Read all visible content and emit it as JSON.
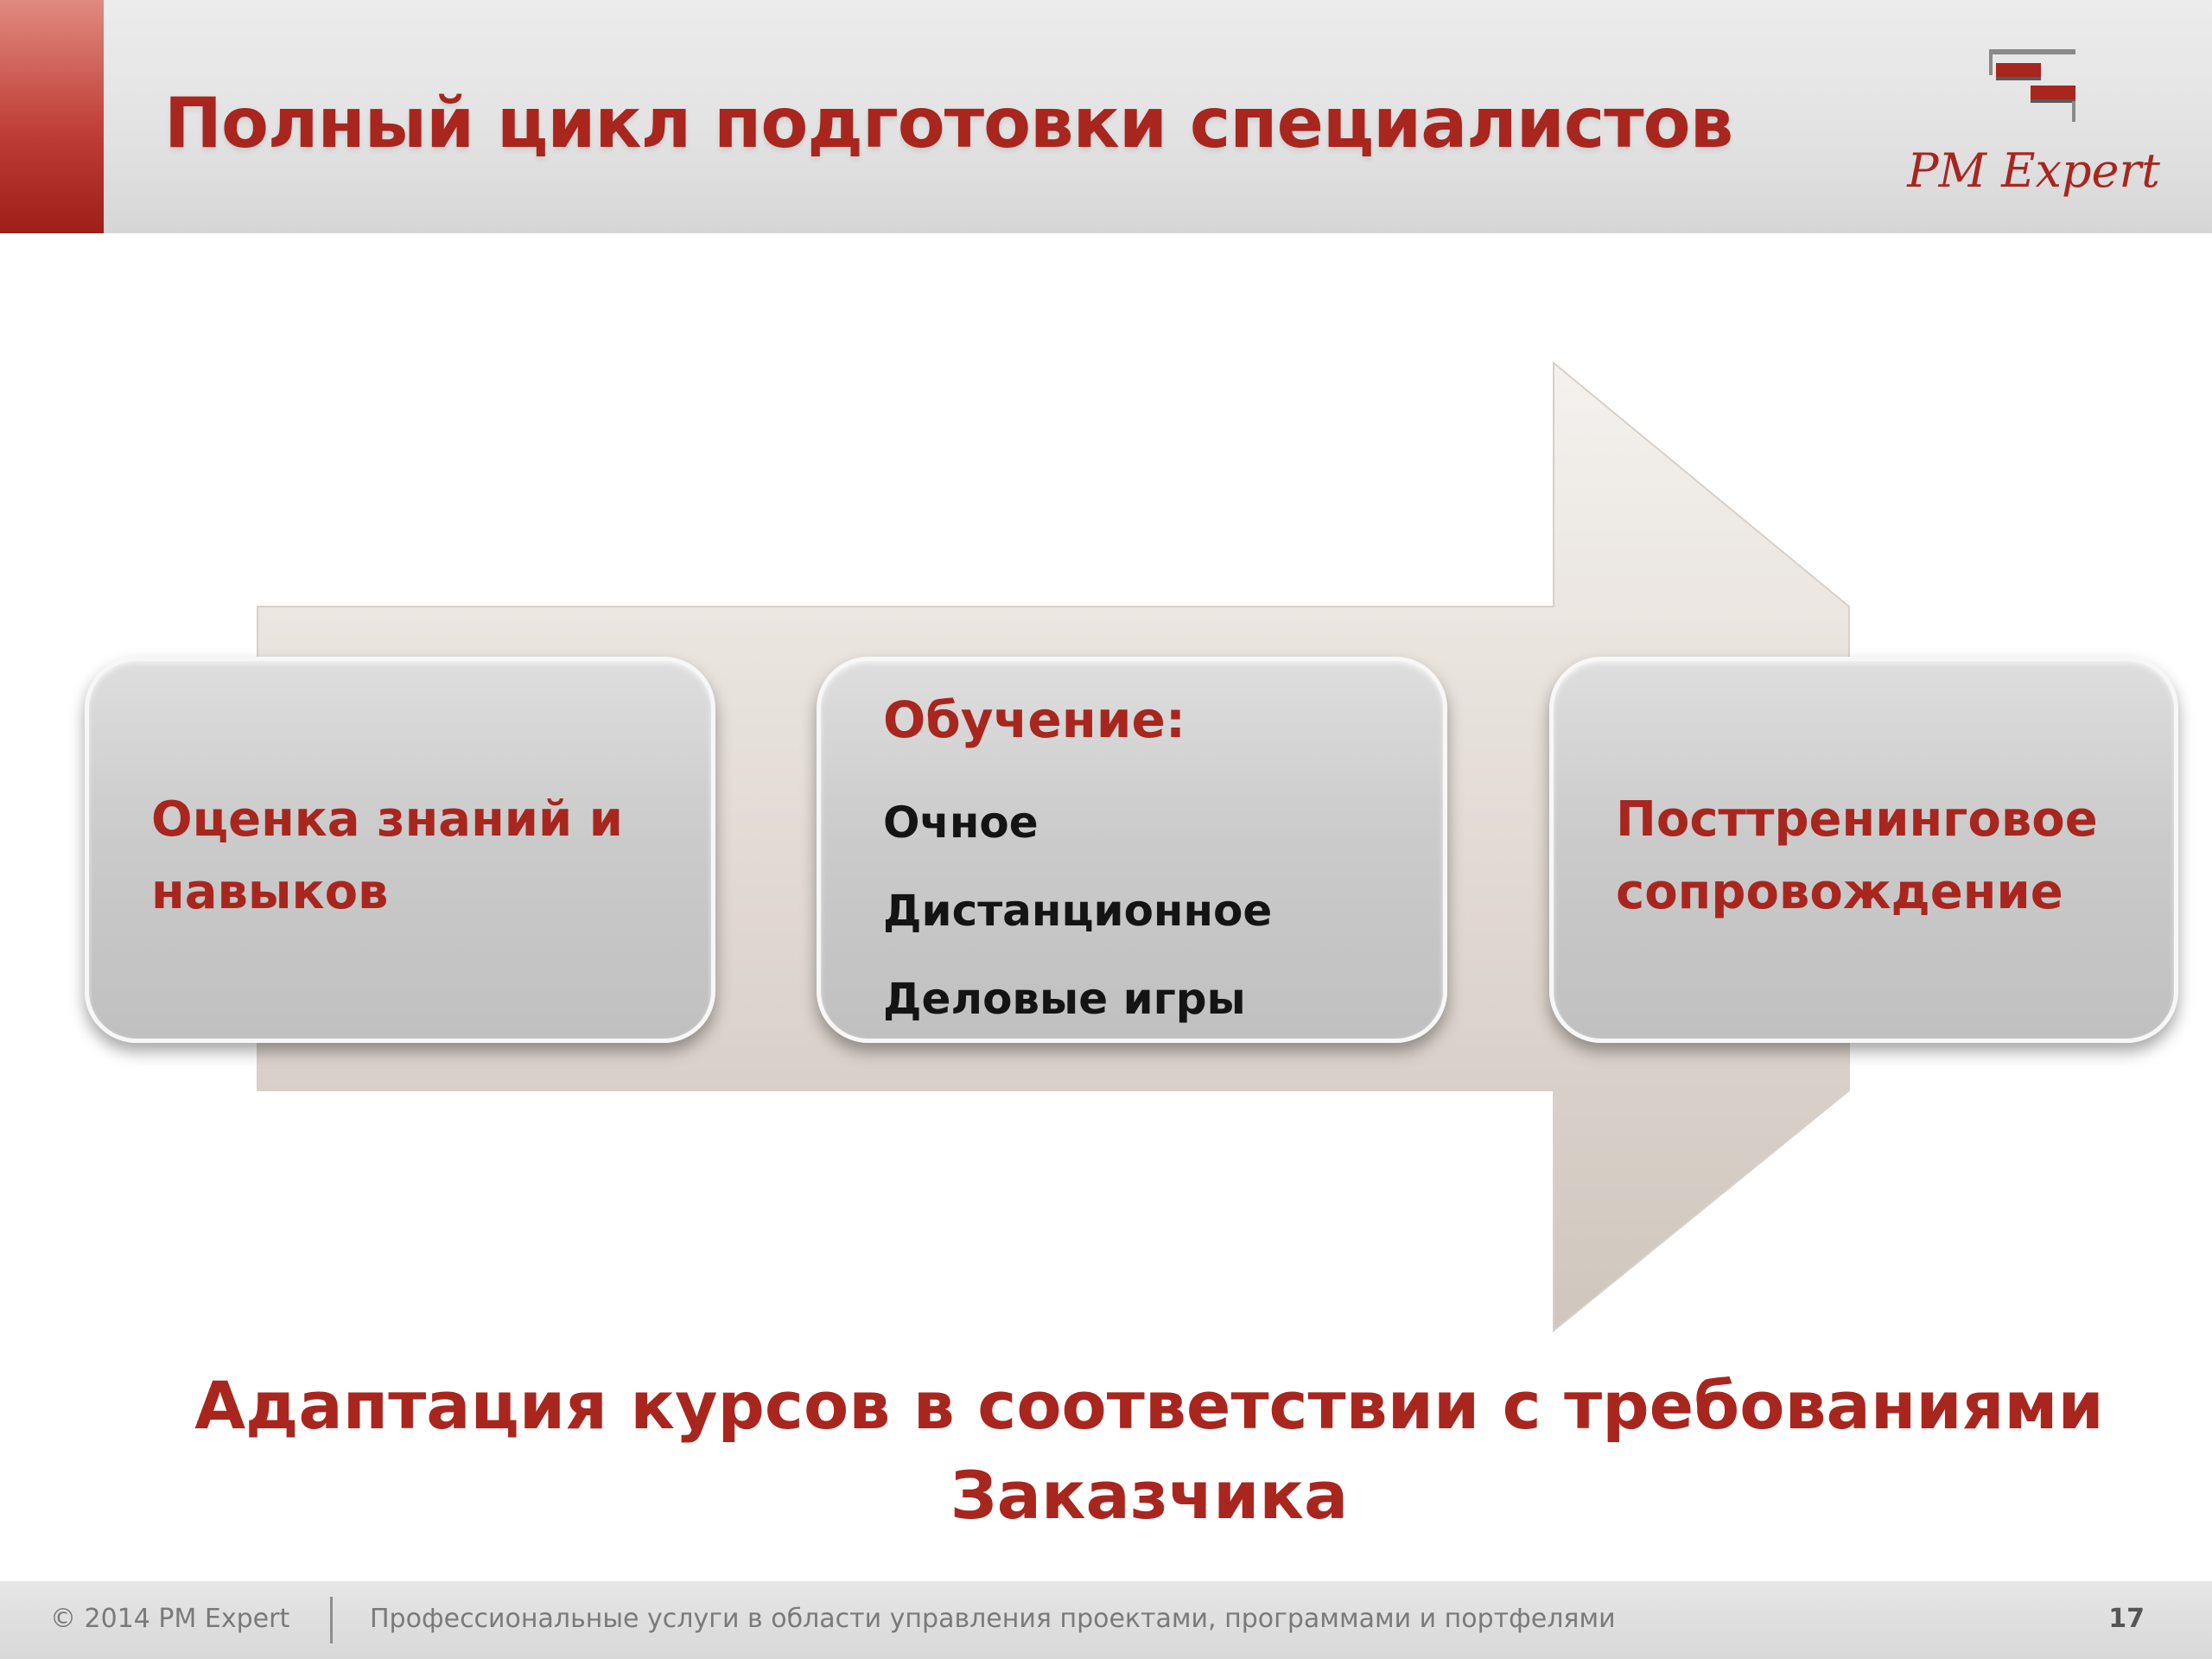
{
  "slide": {
    "title": "Полный цикл подготовки специалистов",
    "logo": {
      "text": "PM Expert",
      "icon": "pm-expert-logo-icon"
    },
    "stages": [
      {
        "text": "Оценка знаний и навыков"
      },
      {
        "heading": "Обучение:",
        "items": [
          "Очное",
          "Дистанционное",
          "Деловые игры"
        ]
      },
      {
        "text": "Посттренинговое сопровождение"
      }
    ],
    "statement": "Адаптация курсов в соответствии с требованиями Заказчика"
  },
  "footer": {
    "copyright": "© 2014 PM Expert",
    "tagline": "Профессиональные услуги в области управления проектами, программами и портфелями",
    "page_number": "17"
  },
  "colors": {
    "accent": "#a8261e",
    "arrow": "#e4ddd6",
    "box": "#cbcbcb",
    "footer_text": "#7a7a7a"
  }
}
